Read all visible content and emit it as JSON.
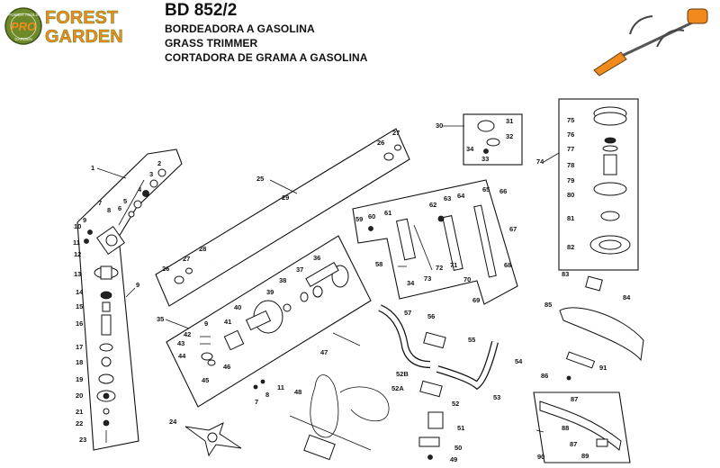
{
  "brand": {
    "badge_top": "POWER TOOLS",
    "badge_mid": "PRO",
    "badge_bottom": "GARDEN",
    "name_line1": "FOREST",
    "name_line2": "GARDEN",
    "color_orange": "#f08a1c",
    "color_green": "#6d8a2a"
  },
  "header": {
    "model": "BD 852/2",
    "title_pt": "BORDEADORA A GASOLINA",
    "title_en": "GRASS TRIMMER",
    "title_br": "CORTADORA DE GRAMA A GASOLINA"
  },
  "labels": {
    "p1": "1",
    "p2": "2",
    "p3": "3",
    "p4": "4",
    "p5": "5",
    "p6": "6",
    "p7": "7",
    "p8": "8",
    "p9": "9",
    "p10": "10",
    "p11": "11",
    "p12": "12",
    "p13": "13",
    "p14": "14",
    "p15": "15",
    "p16": "16",
    "p17": "17",
    "p18": "18",
    "p19": "19",
    "p20": "20",
    "p21": "21",
    "p22": "22",
    "p23": "23",
    "p24": "24",
    "p25": "25",
    "p26": "26",
    "p27": "27",
    "p28": "28",
    "p29": "29",
    "p30": "30",
    "p31": "31",
    "p32": "32",
    "p33": "33",
    "p34": "34",
    "p35": "35",
    "p36": "36",
    "p37": "37",
    "p38": "38",
    "p39": "39",
    "p40": "40",
    "p41": "41",
    "p42": "42",
    "p43": "43",
    "p44": "44",
    "p45": "45",
    "p46": "46",
    "p47": "47",
    "p48": "48",
    "p49": "49",
    "p50": "50",
    "p51": "51",
    "p52": "52",
    "p52a": "52A",
    "p52b": "52B",
    "p53": "53",
    "p54": "54",
    "p55": "55",
    "p56": "56",
    "p57": "57",
    "p58": "58",
    "p59": "59",
    "p60": "60",
    "p61": "61",
    "p62": "62",
    "p63": "63",
    "p64": "64",
    "p65": "65",
    "p66": "66",
    "p67": "67",
    "p68": "68",
    "p69": "69",
    "p70": "70",
    "p71": "71",
    "p72": "72",
    "p73": "73",
    "p74": "74",
    "p75": "75",
    "p76": "76",
    "p77": "77",
    "p78": "78",
    "p79": "79",
    "p80": "80",
    "p81": "81",
    "p82": "82",
    "p83": "83",
    "p84": "84",
    "p85": "85",
    "p86": "86",
    "p87": "87",
    "p87b": "87",
    "p88": "88",
    "p89": "89",
    "p90": "90",
    "p91": "91",
    "p9b": "9",
    "p9c": "9",
    "p11b": "11",
    "p7b": "7",
    "p8b": "8",
    "p26b": "26",
    "p27b": "27",
    "p34b": "34"
  }
}
